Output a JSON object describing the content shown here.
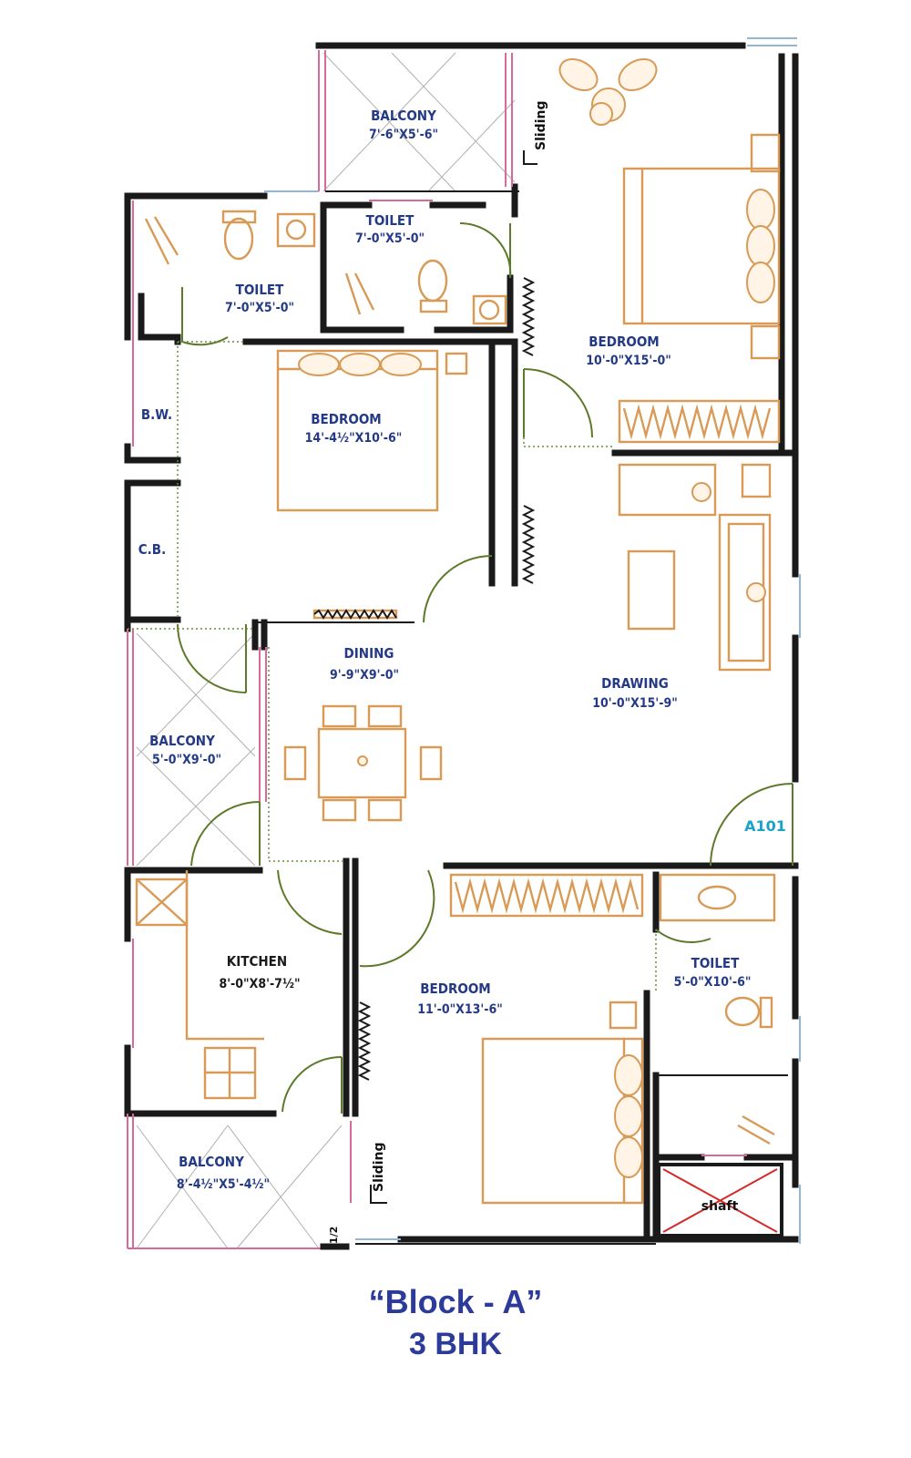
{
  "rooms": {
    "balcony_top": {
      "name": "BALCONY",
      "dim": "7'-6\"X5'-6\""
    },
    "toilet_top": {
      "name": "TOILET",
      "dim": "7'-0\"X5'-0\""
    },
    "toilet_left": {
      "name": "TOILET",
      "dim": "7'-0\"X5'-0\""
    },
    "bedroom_right": {
      "name": "BEDROOM",
      "dim": "10'-0\"X15'-0\""
    },
    "bedroom_left": {
      "name": "BEDROOM",
      "dim": "14'-4½\"X10'-6\""
    },
    "dining": {
      "name": "DINING",
      "dim": "9'-9\"X9'-0\""
    },
    "drawing": {
      "name": "DRAWING",
      "dim": "10'-0\"X15'-9\""
    },
    "balcony_mid": {
      "name": "BALCONY",
      "dim": "5'-0\"X9'-0\""
    },
    "kitchen": {
      "name": "KITCHEN",
      "dim": "8'-0\"X8'-7½\""
    },
    "bedroom_bottom": {
      "name": "BEDROOM",
      "dim": "11'-0\"X13'-6\""
    },
    "toilet_bottom": {
      "name": "TOILET",
      "dim": "5'-0\"X10'-6\""
    },
    "balcony_bottom": {
      "name": "BALCONY",
      "dim": "8'-4½\"X5'-4½\""
    }
  },
  "labels": {
    "bw": "B.W.",
    "cb": "C.B.",
    "sliding_top": "Sliding",
    "sliding_bottom": "Sliding",
    "shaft": "shaft",
    "unit": "A101",
    "half": "1/2"
  },
  "colors": {
    "wall": "#1a1a1a",
    "text": "#243a86",
    "furniture": "#d89a55",
    "door_arc": "#5d7a2a",
    "window": "#d86a9a",
    "unit_label": "#1aa3c8",
    "shaft_cross": "#d42a2a"
  },
  "caption": {
    "title": "“Block - A”",
    "subtitle": "3 BHK"
  }
}
